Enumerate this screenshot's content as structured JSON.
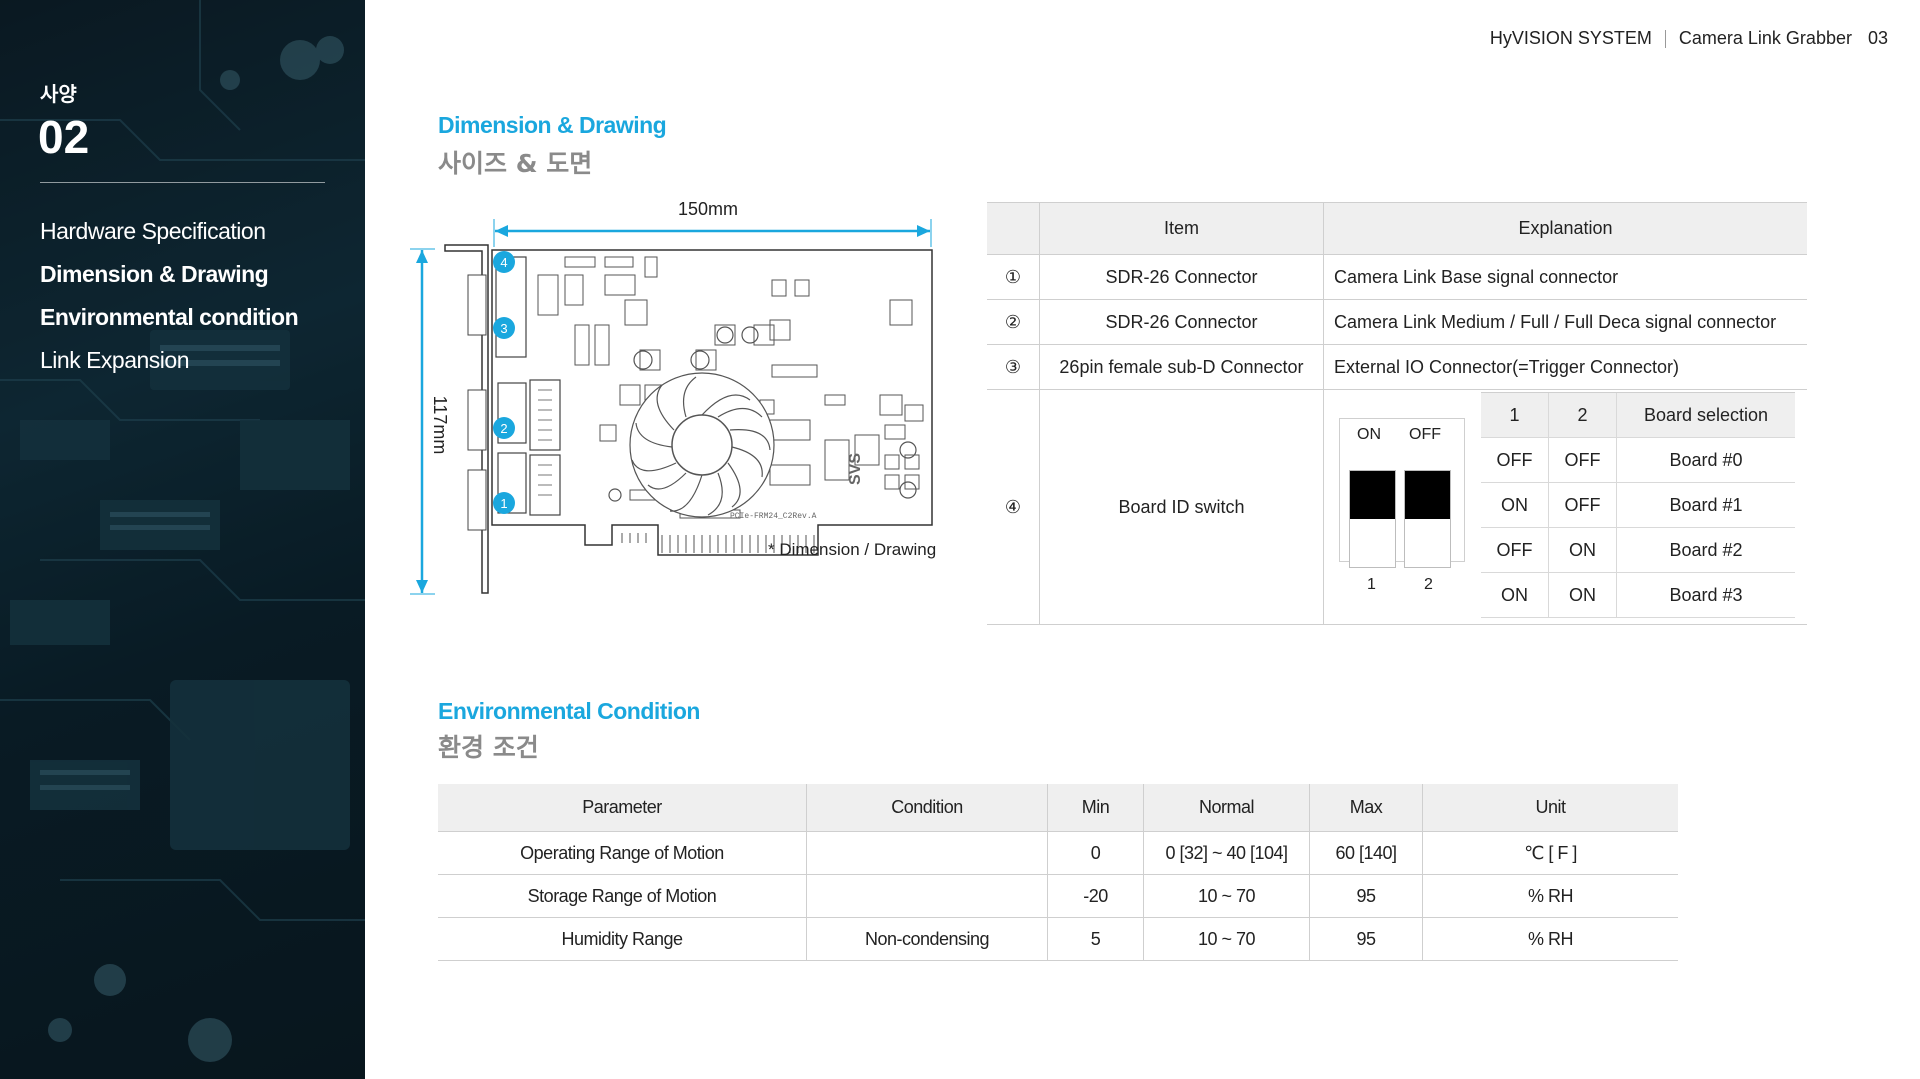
{
  "header": {
    "brand": "HyVISION SYSTEM",
    "product": "Camera Link Grabber",
    "page": "03"
  },
  "sidebar": {
    "section_kr": "사양",
    "section_num": "02",
    "items": [
      {
        "label": "Hardware Specification",
        "active": false
      },
      {
        "label": "Dimension & Drawing",
        "active": true
      },
      {
        "label": "Environmental condition",
        "active": true
      },
      {
        "label": "Link Expansion",
        "active": false
      }
    ]
  },
  "dimension": {
    "title_en": "Dimension & Drawing",
    "title_kr": "사이즈 & 도면",
    "width_label": "150mm",
    "height_label": "117mm",
    "board_marking": "PCIe-FRM24_C2Rev.A",
    "caption": "* Dimension / Drawing",
    "markers": [
      "4",
      "3",
      "2",
      "1"
    ]
  },
  "spec_table": {
    "headers": [
      "",
      "Item",
      "Explanation"
    ],
    "rows": [
      {
        "num": "①",
        "item": "SDR-26 Connector",
        "explanation": "Camera Link Base signal connector"
      },
      {
        "num": "②",
        "item": "SDR-26 Connector",
        "explanation": "Camera Link Medium / Full / Full Deca signal connector"
      },
      {
        "num": "③",
        "item": "26pin female sub-D Connector",
        "explanation": "External IO Connector(=Trigger Connector)"
      }
    ],
    "switch_row": {
      "num": "④",
      "item": "Board ID switch",
      "on_label": "ON",
      "off_label": "OFF",
      "switch_numbers": [
        "1",
        "2"
      ],
      "board_headers": [
        "1",
        "2",
        "Board selection"
      ],
      "board_rows": [
        [
          "OFF",
          "OFF",
          "Board #0"
        ],
        [
          "ON",
          "OFF",
          "Board #1"
        ],
        [
          "OFF",
          "ON",
          "Board #2"
        ],
        [
          "ON",
          "ON",
          "Board #3"
        ]
      ]
    }
  },
  "environment": {
    "title_en": "Environmental Condition",
    "title_kr": "환경 조건",
    "headers": [
      "Parameter",
      "Condition",
      "Min",
      "Normal",
      "Max",
      "Unit"
    ],
    "rows": [
      [
        "Operating Range of Motion",
        "",
        "0",
        "0 [32] ~ 40 [104]",
        "60 [140]",
        "℃ [ F ]"
      ],
      [
        "Storage Range of Motion",
        "",
        "-20",
        "10 ~ 70",
        "95",
        "% RH"
      ],
      [
        "Humidity Range",
        "Non-condensing",
        "5",
        "10 ~ 70",
        "95",
        "% RH"
      ]
    ]
  },
  "colors": {
    "accent": "#1aa7de",
    "sidebar_bg": "#0f2733",
    "header_bg": "#efefef"
  }
}
